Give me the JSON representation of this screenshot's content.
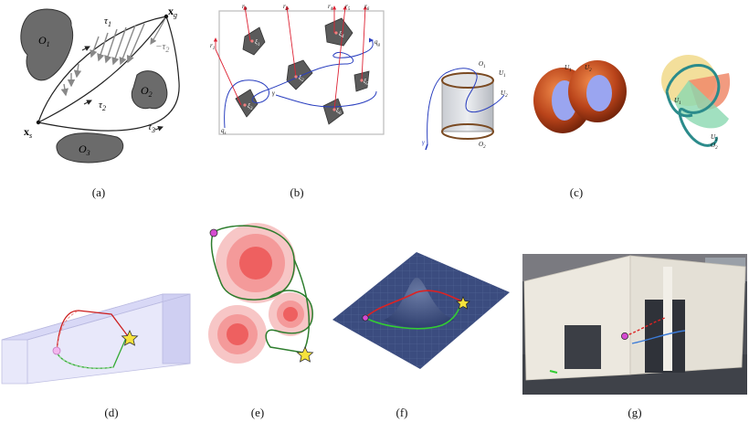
{
  "captions": [
    "(a)",
    "(b)",
    "(c)",
    "(d)",
    "(e)",
    "(f)",
    "(g)"
  ],
  "panel_a": {
    "obstacles": [
      "O",
      "O",
      "O"
    ],
    "obstacle_subs": [
      "1",
      "2",
      "3"
    ],
    "start": "x",
    "start_sub": "s",
    "goal": "x",
    "goal_sub": "g",
    "tau": "τ",
    "tau_subs": [
      "1",
      "2",
      "3"
    ],
    "tau2_neg": "−τ",
    "tau2_neg_sub": "2"
  },
  "panel_b": {
    "rays_left": [
      {
        "r": "r",
        "sub": "1"
      },
      {
        "r": "r",
        "sub": "2"
      },
      {
        "r": "r",
        "sub": "3"
      }
    ],
    "rays_right": [
      {
        "r": "r",
        "sub": "4"
      },
      {
        "r": "r",
        "sub": "5"
      },
      {
        "r": "r",
        "sub": "6"
      }
    ],
    "xi_labels": [
      "ξ",
      "ξ",
      "ξ",
      "ξ",
      "ξ",
      "ξ"
    ],
    "xi_subs": [
      "1",
      "2",
      "3",
      "4",
      "5",
      "6"
    ],
    "gamma": "γ",
    "q_start": "q",
    "q_start_sub": "s",
    "q_goal": "q",
    "q_goal_sub": "g"
  },
  "panel_c": {
    "cyl_labels": [
      {
        "t": "O",
        "s": "1"
      },
      {
        "t": "U",
        "s": "1"
      },
      {
        "t": "U",
        "s": "2"
      },
      {
        "t": "O",
        "s": "2"
      }
    ],
    "gamma": "γ",
    "torus_labels": [
      {
        "t": "U",
        "s": "1"
      },
      {
        "t": "U",
        "s": "2"
      }
    ],
    "knot_labels": [
      {
        "t": "U",
        "s": "1"
      },
      {
        "t": "U",
        "s": "2"
      },
      {
        "t": "O",
        "s": "2"
      }
    ]
  }
}
